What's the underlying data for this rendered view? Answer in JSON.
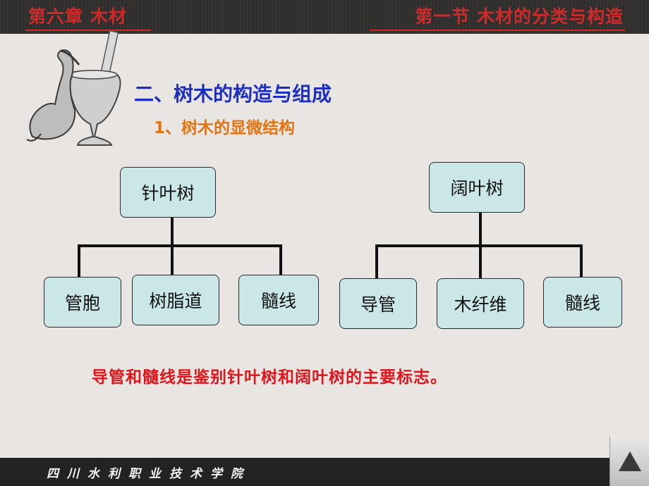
{
  "header": {
    "chapter": "第六章  木材",
    "section": "第一节  木材的分类与构造"
  },
  "heading": "二、树木的构造与组成",
  "subheading": "1、树木的显微结构",
  "diagram": {
    "left_tree": {
      "root": "针叶树",
      "children": [
        "管胞",
        "树脂道",
        "髓线"
      ]
    },
    "right_tree": {
      "root": "阔叶树",
      "children": [
        "导管",
        "木纤维",
        "髓线"
      ]
    }
  },
  "note": "导管和髓线是鉴别针叶树和阔叶树的主要标志。",
  "footer": {
    "school": "四川水利职业技术学院",
    "nav_icon": "triangle-up-icon"
  },
  "colors": {
    "header_text": "#cf2a2a",
    "heading": "#1d2fbf",
    "subheading": "#e37412",
    "note": "#e0141b",
    "node_fill": "#cbe6e6"
  }
}
